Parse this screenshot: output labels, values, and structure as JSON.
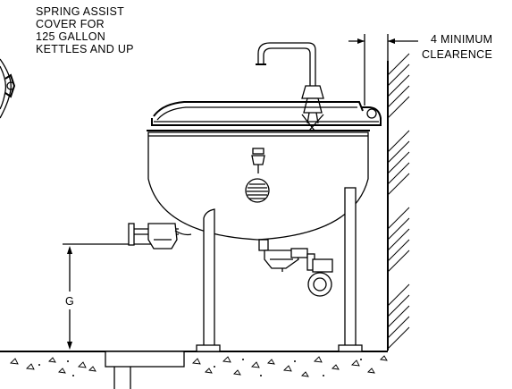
{
  "labels": {
    "spring_assist_note": [
      "SPRING ASSIST",
      "COVER FOR",
      "125 GALLON",
      "KETTLES AND UP"
    ],
    "clearance_note": [
      "4  MINIMUM",
      "CLEARENCE"
    ],
    "dimension_g": "G"
  },
  "colors": {
    "line": "#000000",
    "background": "#ffffff"
  }
}
